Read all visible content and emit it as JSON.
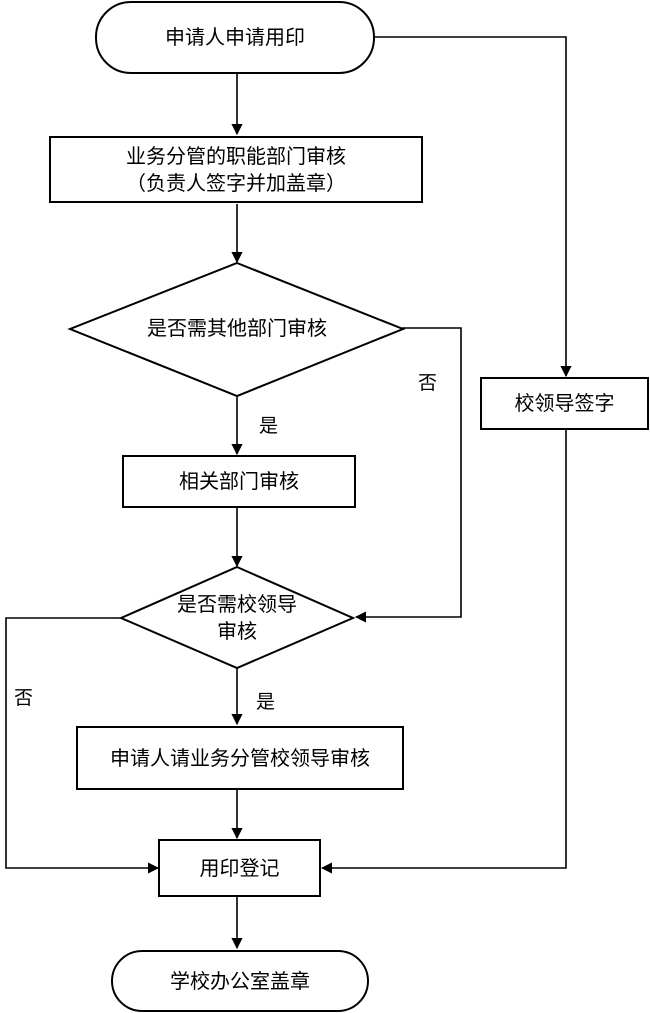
{
  "flowchart": {
    "start": "申请人申请用印",
    "dept_review_line1": "业务分管的职能部门审核",
    "dept_review_line2": "（负责人签字并加盖章）",
    "decision1": "是否需其他部门审核",
    "related_dept": "相关部门审核",
    "decision2_line1": "是否需校领导",
    "decision2_line2": "审核",
    "leader_review": "申请人请业务分管校领导审核",
    "register": "用印登记",
    "end": "学校办公室盖章",
    "school_leader_sign": "校领导签字",
    "yes": "是",
    "no": "否"
  }
}
